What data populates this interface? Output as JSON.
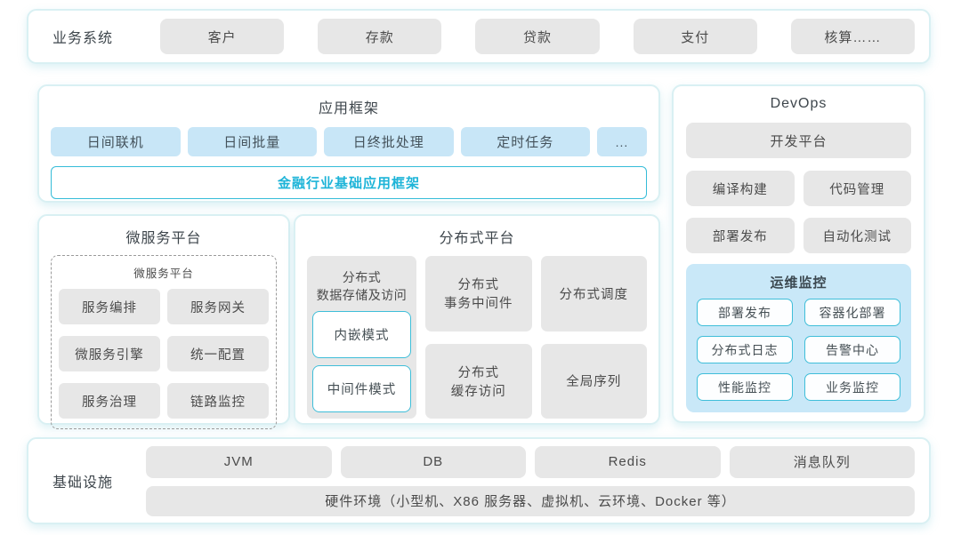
{
  "business": {
    "label": "业务系统",
    "items": [
      "客户",
      "存款",
      "贷款",
      "支付",
      "核算……"
    ]
  },
  "app_framework": {
    "title": "应用框架",
    "modules": [
      "日间联机",
      "日间批量",
      "日终批处理",
      "定时任务"
    ],
    "more": "...",
    "base": "金融行业基础应用框架"
  },
  "devops": {
    "title": "DevOps",
    "platform": "开发平台",
    "tools": [
      "编译构建",
      "代码管理",
      "部署发布",
      "自动化测试"
    ],
    "monitor": {
      "title": "运维监控",
      "items": [
        "部署发布",
        "容器化部署",
        "分布式日志",
        "告警中心",
        "性能监控",
        "业务监控"
      ]
    }
  },
  "microservice": {
    "title": "微服务平台",
    "inner_title": "微服务平台",
    "items": [
      "服务编排",
      "服务网关",
      "微服务引擎",
      "统一配置",
      "服务治理",
      "链路监控"
    ]
  },
  "distributed": {
    "title": "分布式平台",
    "storage": {
      "title": "分布式\n数据存储及访问",
      "modes": [
        "内嵌模式",
        "中间件模式"
      ]
    },
    "columns": [
      {
        "top": "分布式\n事务中间件",
        "bottom": "分布式\n缓存访问"
      },
      {
        "top": "分布式调度",
        "bottom": "全局序列"
      }
    ]
  },
  "infrastructure": {
    "label": "基础设施",
    "items": [
      "JVM",
      "DB",
      "Redis",
      "消息队列"
    ],
    "hardware": "硬件环境（小型机、X86 服务器、虚拟机、云环境、Docker 等）"
  },
  "colors": {
    "accent_teal": "#35bcd8",
    "teal_text": "#1db4d8",
    "panel_border": "#d9f0f3",
    "gray_box": "#e7e7e7",
    "blue_box": "#c8e6f7",
    "monitor_bg": "#c9e8f8"
  }
}
